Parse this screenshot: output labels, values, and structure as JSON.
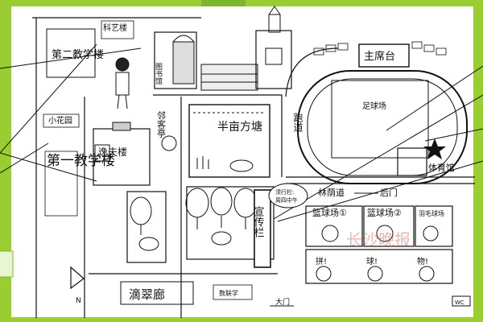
{
  "map": {
    "theme": {
      "frame_green": "#9ACD32",
      "ink": "#111111",
      "accent_red": "#c0392b"
    },
    "buildings": {
      "tech_art_building": "科艺楼",
      "teaching_building_2": "第二教学楼",
      "library": "图书馆",
      "yifu_building": "逸夫楼",
      "teaching_building_1": "第一教学楼",
      "linked_pavilion": "邻客亭",
      "half_mu_pond": "半亩方塘",
      "gym": "体育馆"
    },
    "places": {
      "reviewing_stand": "主席台",
      "football_field": "足球场",
      "running_track": "跑道",
      "small_garden": "小花园",
      "tree_lined_path": "林荫道",
      "back_gate": "后门",
      "notice_board": "宣传栏",
      "basketball_court_1": "篮球场①",
      "basketball_court_2": "篮球场②",
      "badminton_court": "羽毛球场",
      "dicui_corridor": "滴翠廊",
      "main_gate": "大门",
      "toilet": "WC"
    },
    "note": {
      "line1": "须行栏:",
      "line2": "周四中午"
    },
    "bottom_box": "数联学",
    "faces": [
      "拼!",
      "球!",
      "物!"
    ],
    "compass": "N",
    "watermark": "长沙晚报"
  }
}
